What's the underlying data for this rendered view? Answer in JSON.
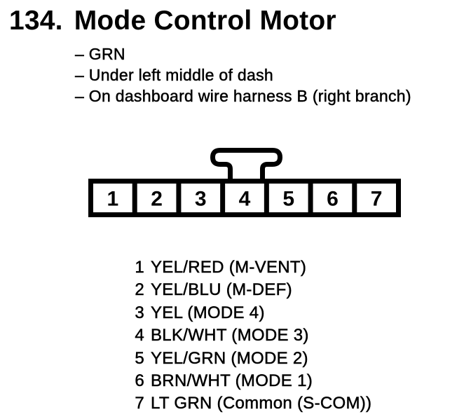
{
  "heading": {
    "number": "134.",
    "title": "Mode Control Motor"
  },
  "notes": [
    "– GRN",
    "– Under left middle of dash",
    "– On dashboard wire harness B (right branch)"
  ],
  "connector": {
    "description": "7-cavity connector, front view, locking tab over cavity 4",
    "cavities": [
      "1",
      "2",
      "3",
      "4",
      "5",
      "6",
      "7"
    ],
    "ink_color": "#000000",
    "fill_color": "#ffffff"
  },
  "pins": [
    {
      "pin": "1",
      "label": "YEL/RED (M-VENT)"
    },
    {
      "pin": "2",
      "label": "YEL/BLU (M-DEF)"
    },
    {
      "pin": "3",
      "label": "YEL (MODE 4)"
    },
    {
      "pin": "4",
      "label": "BLK/WHT (MODE 3)"
    },
    {
      "pin": "5",
      "label": "YEL/GRN (MODE 2)"
    },
    {
      "pin": "6",
      "label": "BRN/WHT (MODE 1)"
    },
    {
      "pin": "7",
      "label": "LT GRN (Common (S-COM))"
    }
  ]
}
